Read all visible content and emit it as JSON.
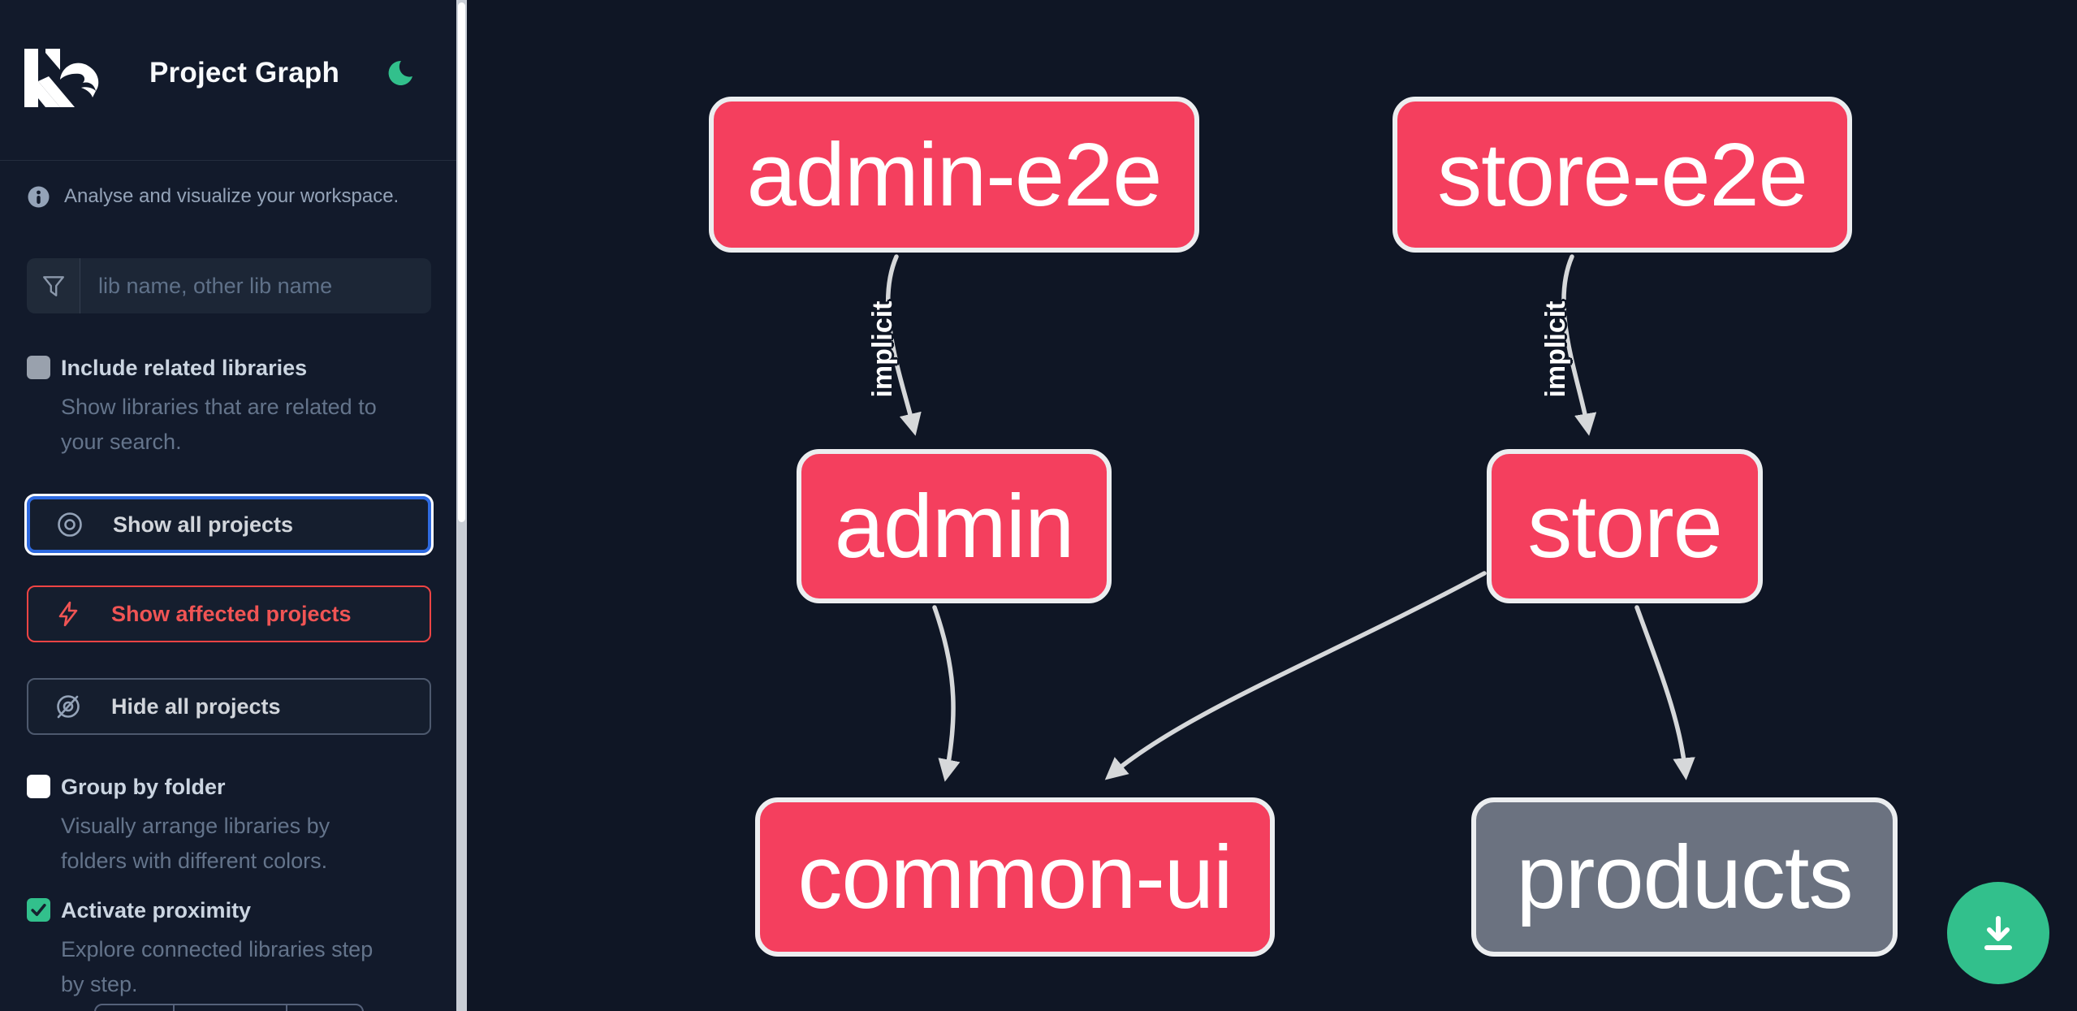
{
  "header": {
    "app_title": "Project Graph"
  },
  "info_banner": {
    "text": "Analyse and visualize your workspace."
  },
  "search": {
    "placeholder": "lib name, other lib name",
    "value": ""
  },
  "options": [
    {
      "label": "Include related libraries",
      "description": "Show libraries that are related to your search.",
      "checked": false
    },
    {
      "label": "Group by folder",
      "description": "Visually arrange libraries by folders with different colors.",
      "checked": false
    },
    {
      "label": "Activate proximity",
      "description": "Explore connected libraries step by step.",
      "checked": true
    }
  ],
  "actions": [
    {
      "label": "Show all projects",
      "icon": "eye-icon",
      "state": "focused"
    },
    {
      "label": "Show affected projects",
      "icon": "bolt-icon",
      "state": "affected"
    },
    {
      "label": "Hide all projects",
      "icon": "eye-off-icon",
      "state": "default"
    }
  ],
  "graph": {
    "nodes": [
      {
        "id": "admin-e2e",
        "label": "admin-e2e",
        "style": "affected"
      },
      {
        "id": "store-e2e",
        "label": "store-e2e",
        "style": "affected"
      },
      {
        "id": "admin",
        "label": "admin",
        "style": "affected"
      },
      {
        "id": "store",
        "label": "store",
        "style": "affected"
      },
      {
        "id": "common-ui",
        "label": "common-ui",
        "style": "affected"
      },
      {
        "id": "products",
        "label": "products",
        "style": "plain"
      }
    ],
    "edges": [
      {
        "source": "admin-e2e",
        "target": "admin",
        "label": "implicit"
      },
      {
        "source": "store-e2e",
        "target": "store",
        "label": "implicit"
      },
      {
        "source": "admin",
        "target": "common-ui",
        "label": ""
      },
      {
        "source": "store",
        "target": "common-ui",
        "label": ""
      },
      {
        "source": "store",
        "target": "products",
        "label": ""
      }
    ]
  },
  "fab": {
    "icon": "download-icon"
  },
  "colors": {
    "pink": "#f43f5e",
    "plain": "#6b7280",
    "edge": "#d6d8da",
    "green": "#32c08c",
    "blue": "#2e6ae0",
    "red": "#ef4444",
    "canvas": "#0f1625",
    "sidebar": "#121a2b"
  }
}
